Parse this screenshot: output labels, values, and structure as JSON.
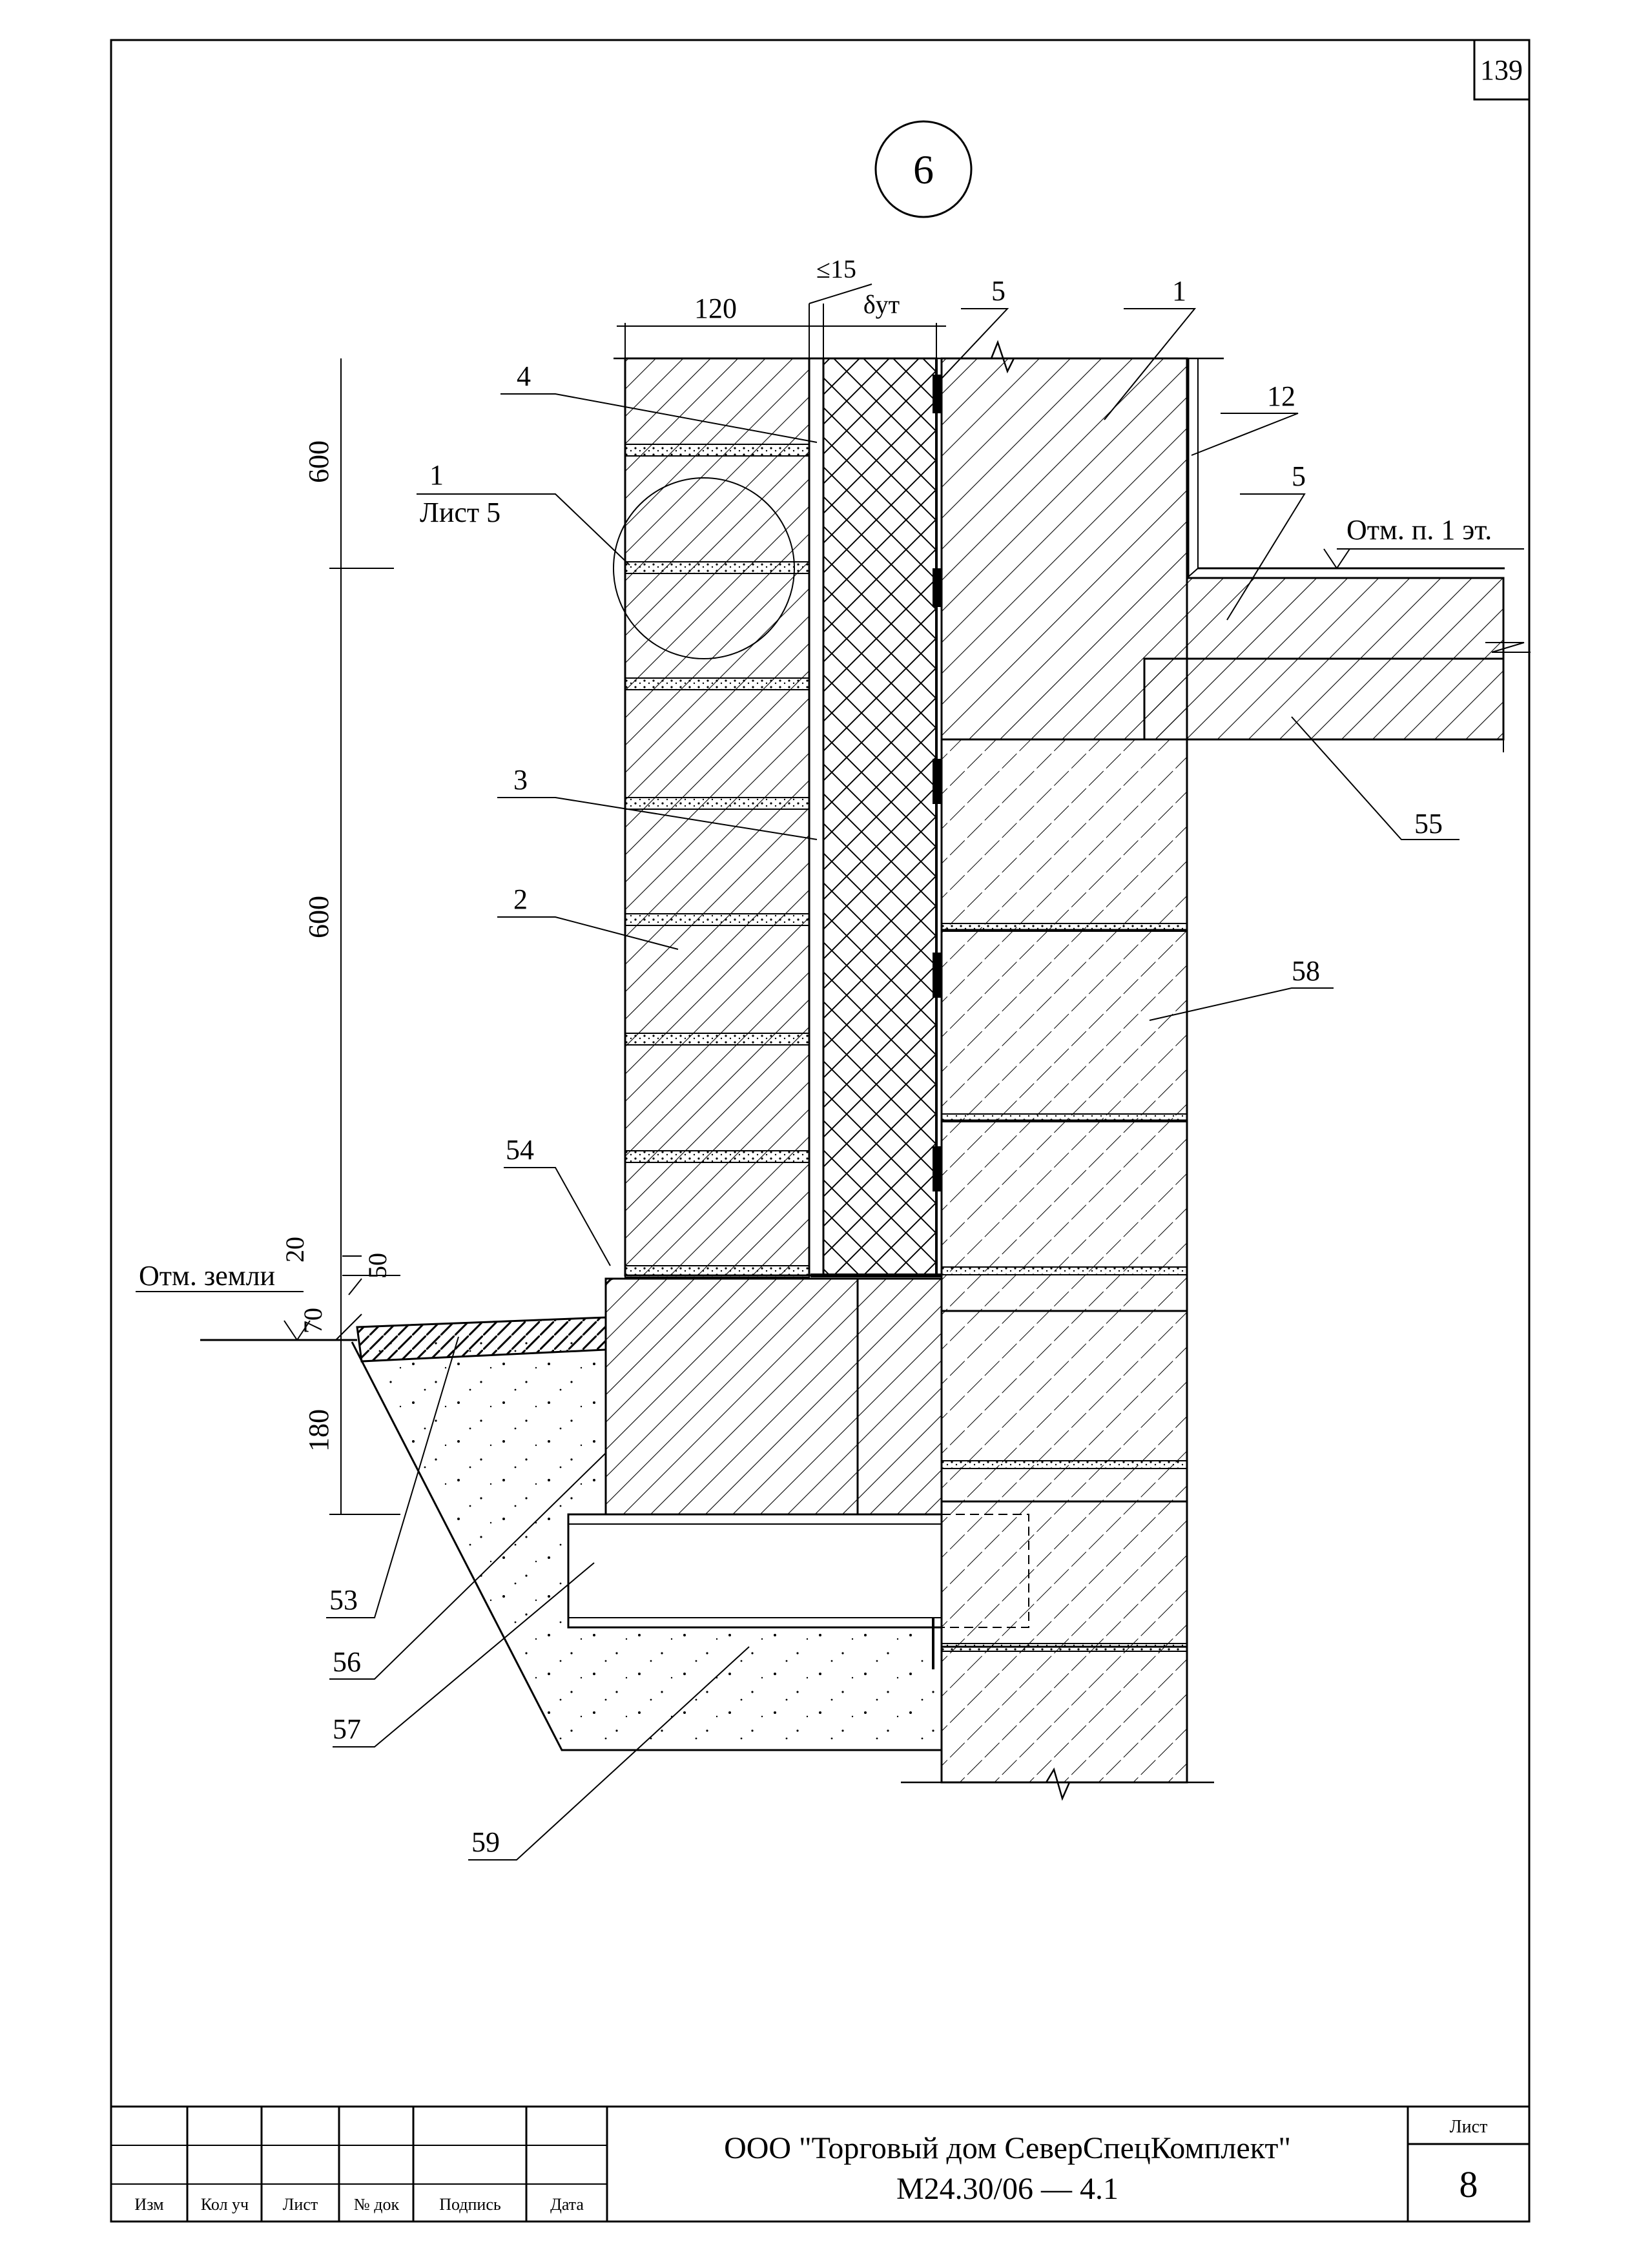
{
  "sheet_number_corner": "139",
  "detail_number": "6",
  "dimensions": {
    "top_120": "120",
    "gap_15": "≤15",
    "insulation": "δут",
    "height_600_upper": "600",
    "height_600_lower": "600",
    "d20": "20",
    "d50": "50",
    "d70": "70",
    "d180": "180"
  },
  "levels": {
    "ground": "Отм. земли",
    "floor1": "Отм. п. 1 эт."
  },
  "callouts": {
    "c1_sheet_num": "1",
    "c1_sheet_text": "Лист 5",
    "c1": "1",
    "c2": "2",
    "c3": "3",
    "c4": "4",
    "c5_top": "5",
    "c5_floor": "5",
    "c12": "12",
    "c53": "53",
    "c54": "54",
    "c55": "55",
    "c56": "56",
    "c57": "57",
    "c58": "58",
    "c59": "59"
  },
  "title_block": {
    "headers": [
      "Изм",
      "Кол уч",
      "Лист",
      "№ док",
      "Подпись",
      "Дата"
    ],
    "company": "ООО \"Торговый дом СеверСпецКомплект\"",
    "code": "М24.30/06   —  4.1",
    "sheet_label": "Лист",
    "sheet_value": "8"
  }
}
